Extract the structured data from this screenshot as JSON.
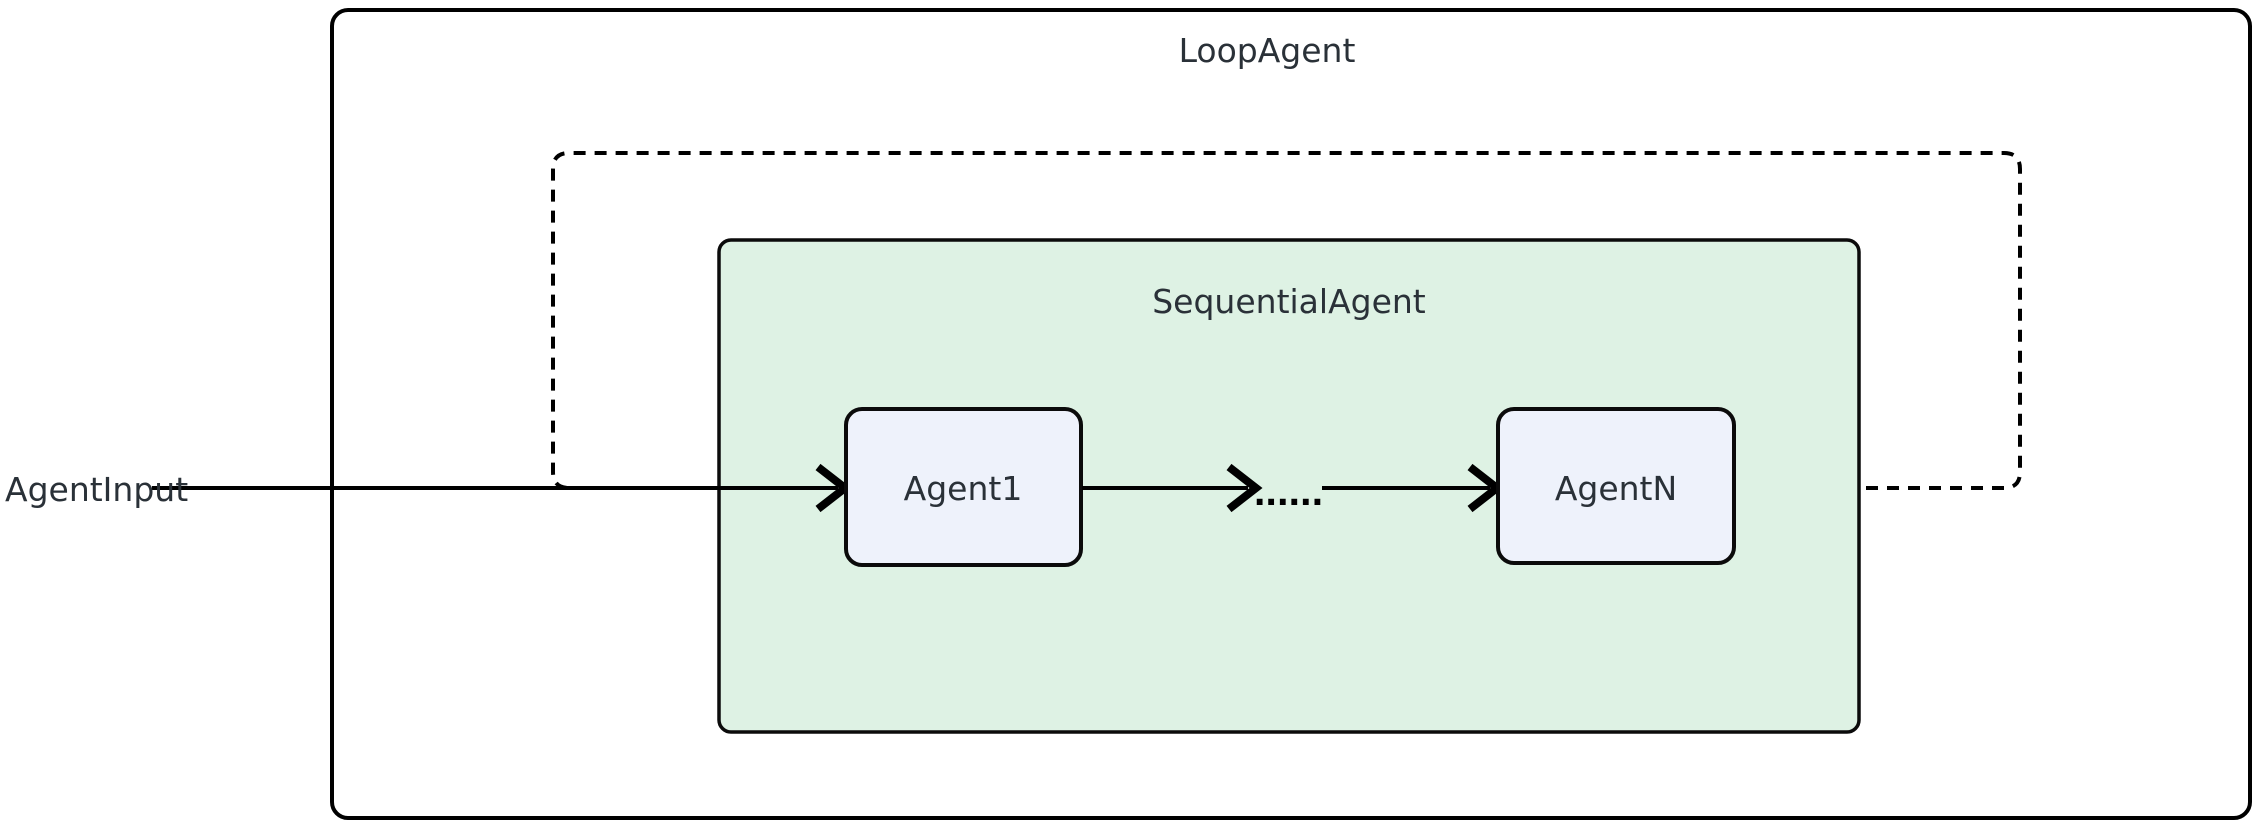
{
  "diagram": {
    "loop_agent": {
      "label": "LoopAgent"
    },
    "sequential_agent": {
      "label": "SequentialAgent"
    },
    "agent1": {
      "label": "Agent1"
    },
    "agent_n": {
      "label": "AgentN"
    },
    "input": {
      "label": "AgentInput"
    },
    "ellipsis": "......"
  },
  "colors": {
    "background": "#ffffff",
    "line": "#000000",
    "text": "#2a3138",
    "loop_box_fill": "#ffffff",
    "loop_box_stroke": "#000000",
    "sequential_fill": "#def2e4",
    "sequential_stroke": "#0b0b0b",
    "node_fill": "#eef2fb",
    "node_stroke": "#0b0b0b"
  }
}
